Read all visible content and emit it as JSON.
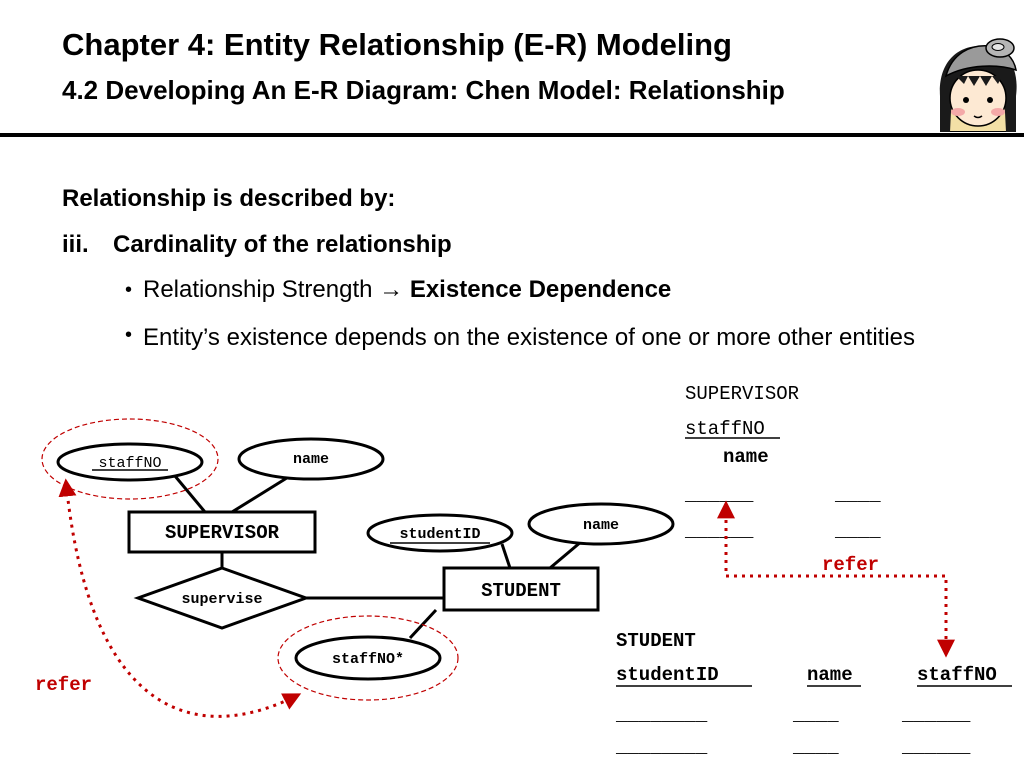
{
  "header": {
    "title": "Chapter 4: Entity Relationship (E-R) Modeling",
    "subtitle": "4.2 Developing An E-R Diagram: Chen Model: Relationship"
  },
  "body": {
    "lead": "Relationship is described by:",
    "item_number": "iii.",
    "item_text": "Cardinality of the relationship",
    "bullet1_prefix": "Relationship Strength",
    "bullet1_arrow": "→",
    "bullet1_bold": "Existence Dependence",
    "bullet2": "Entity’s existence depends on the existence of one or more other entities"
  },
  "diagram": {
    "supervisor_attrs": {
      "pk": "staffNO",
      "other": "name"
    },
    "supervisor_entity": "SUPERVISOR",
    "relationship": "supervise",
    "student_entity": "STUDENT",
    "student_attrs": {
      "pk": "studentID",
      "other": "name",
      "fk": "staffNO*"
    },
    "refer_left": "refer"
  },
  "schema_supervisor": {
    "title": "SUPERVISOR",
    "col1": "staffNO",
    "col2": "name",
    "row1_col1": "______",
    "row1_col2": "____",
    "row2_col1": "______",
    "row2_col2": "____",
    "refer": "refer"
  },
  "schema_student": {
    "title": "STUDENT",
    "col1": "studentID",
    "col2": "name",
    "col3": "staffNO",
    "row1_col1": "________",
    "row1_col2": "____",
    "row1_col3": "______",
    "row2_col1": "________",
    "row2_col2": "____",
    "row2_col3": "______"
  },
  "colors": {
    "accent_red": "#c00000",
    "line": "#000000"
  }
}
